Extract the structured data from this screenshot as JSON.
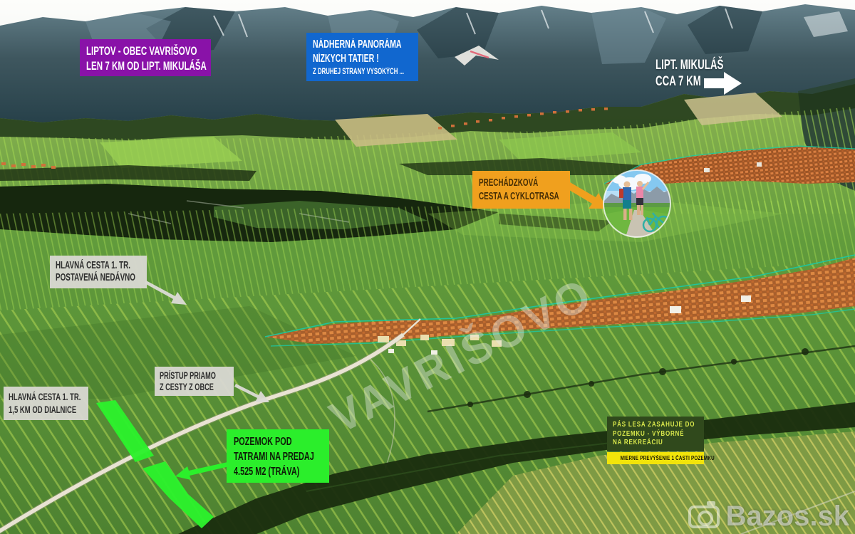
{
  "callouts": {
    "location": {
      "line1": "LIPTOV - OBEC VAVRIŠOVO",
      "line2": "LEN 7 KM OD LIPT. MIKULÁŠA"
    },
    "panorama": {
      "line1": "NÁDHERNÁ PANORÁMA",
      "line2": "NÍZKYCH TATIER !",
      "line3": "Z DRUHEJ STRANY VYSOKÝCH ..."
    },
    "mikulas_direction": {
      "line1": "LIPT. MIKULÁŠ",
      "line2": "CCA 7 KM"
    },
    "trail": {
      "line1": "PRECHÁDZKOVÁ",
      "line2": "CESTA A CYKLOTRASA"
    },
    "main_road_new": {
      "line1": "HLAVNÁ CESTA 1. TR.",
      "line2": "POSTAVENÁ NEDÁVNO"
    },
    "access": {
      "line1": "PRÍSTUP PRIAMO",
      "line2": "Z CESTY Z OBCE"
    },
    "main_road_highway": {
      "line1": "HLAVNÁ CESTA 1. TR.",
      "line2": "1,5 KM OD DIALNICE"
    },
    "plot_for_sale": {
      "line1": "POZEMOK POD",
      "line2": "TATRAMI NA PREDAJ",
      "line3": "4.525 M2 (TRÁVA)"
    },
    "forest_strip": {
      "line1": "PÁS LESA ZASAHUJE DO",
      "line2": "POZEMKU - VÝBORNÉ",
      "line3": "NA REKREÁCIU"
    },
    "elevation_note": {
      "text": "MIERNE PREVÝŠENIE 1 ČASTI POZEMKU"
    }
  },
  "watermarks": {
    "region": "VAVRIŠOVO",
    "site": "Bazos.sk"
  },
  "icons": {
    "direction-arrow-icon": "solid white right-pointing block arrow",
    "arrow-main-road-new-icon": "gray tapered pointer arrow",
    "arrow-access-icon": "gray tapered pointer arrow",
    "arrow-trail-icon": "orange tapered pointer arrow",
    "arrow-plot-icon": "green tapered pointer arrow",
    "camera-icon": "translucent camera pictogram"
  },
  "colors": {
    "purple": "#8912A8",
    "blue": "#1167CF",
    "orange": "#F0A01E",
    "bright_green": "#2BEE2B",
    "dark_green": "#30491C",
    "yellow": "#F2E40A",
    "label_gray": "#DAD9D4",
    "teal_boundary": "#1BC9A4",
    "roof_orange": "#DD8142"
  }
}
